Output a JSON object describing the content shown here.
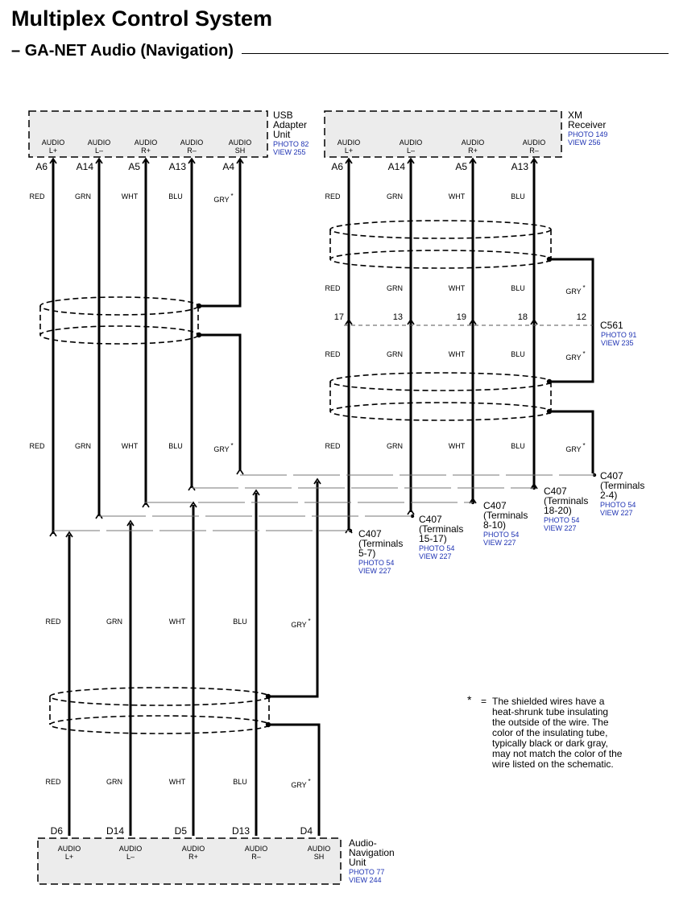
{
  "header": {
    "title": "Multiplex Control System",
    "subtitle_dash": "–",
    "subtitle": "GA-NET Audio (Navigation)"
  },
  "components": {
    "usb": {
      "name_lines": [
        "USB",
        "Adapter",
        "Unit"
      ],
      "photo": "PHOTO 82",
      "view": "VIEW 255",
      "terminals": [
        [
          "AUDIO",
          "L+"
        ],
        [
          "AUDIO",
          "L–"
        ],
        [
          "AUDIO",
          "R+"
        ],
        [
          "AUDIO",
          "R–"
        ],
        [
          "AUDIO",
          "SH"
        ]
      ],
      "pins": [
        "A6",
        "A14",
        "A5",
        "A13",
        "A4"
      ]
    },
    "xm": {
      "name_lines": [
        "XM",
        "Receiver"
      ],
      "photo": "PHOTO 149",
      "view": "VIEW 256",
      "terminals": [
        [
          "AUDIO",
          "L+"
        ],
        [
          "AUDIO",
          "L–"
        ],
        [
          "AUDIO",
          "R+"
        ],
        [
          "AUDIO",
          "R–"
        ]
      ],
      "pins": [
        "A6",
        "A14",
        "A5",
        "A13"
      ]
    },
    "nav": {
      "name_lines": [
        "Audio-",
        "Navigation",
        "Unit"
      ],
      "photo": "PHOTO 77",
      "view": "VIEW 244",
      "terminals": [
        [
          "AUDIO",
          "L+"
        ],
        [
          "AUDIO",
          "L–"
        ],
        [
          "AUDIO",
          "R+"
        ],
        [
          "AUDIO",
          "R–"
        ],
        [
          "AUDIO",
          "SH"
        ]
      ],
      "pins": [
        "D6",
        "D14",
        "D5",
        "D13",
        "D4"
      ]
    }
  },
  "wire_colors": {
    "red": "RED",
    "grn": "GRN",
    "wht": "WHT",
    "blu": "BLU",
    "gry": "GRY",
    "star": "*"
  },
  "c561": {
    "name": "C561",
    "photo": "PHOTO 91",
    "view": "VIEW 235",
    "pins": [
      "17",
      "13",
      "19",
      "18",
      "12"
    ]
  },
  "c407": {
    "name": "C407",
    "sh": {
      "terminals": [
        "(Terminals",
        "2-4)"
      ]
    },
    "rn": {
      "terminals": [
        "(Terminals",
        "18-20)"
      ]
    },
    "rp": {
      "terminals": [
        "(Terminals",
        "8-10)"
      ]
    },
    "ln": {
      "terminals": [
        "(Terminals",
        "15-17)"
      ]
    },
    "lp": {
      "terminals": [
        "(Terminals",
        "5-7)"
      ]
    },
    "photo": "PHOTO 54",
    "view": "VIEW 227"
  },
  "note": {
    "star": "*",
    "eq": "=",
    "lines": [
      "The shielded wires have a",
      "heat-shrunk tube insulating",
      "the outside of the wire.  The",
      "color of the insulating tube,",
      "typically black or dark gray,",
      "may not match the color of the",
      "wire listed on the schematic."
    ]
  }
}
